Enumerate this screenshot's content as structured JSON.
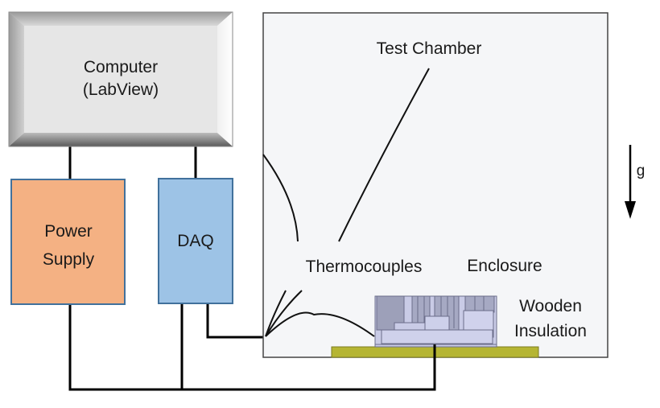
{
  "diagram": {
    "computer": {
      "line1": "Computer",
      "line2": "(LabView)"
    },
    "power_supply": {
      "line1": "Power",
      "line2": "Supply"
    },
    "daq": {
      "label": "DAQ"
    },
    "test_chamber": {
      "label": "Test Chamber"
    },
    "thermocouples": {
      "label": "Thermocouples"
    },
    "enclosure": {
      "label": "Enclosure"
    },
    "wooden_insulation": {
      "line1": "Wooden",
      "line2": "Insulation"
    },
    "gravity": {
      "label": "g"
    },
    "colors": {
      "computer_fill": "#e6e6e6",
      "power_supply_fill": "#f4b183",
      "daq_fill": "#9dc3e6",
      "box_border": "#41719c",
      "chamber_fill": "#f5f6f8",
      "insulation_fill": "#b5b533",
      "enclosure_fill": "#c9cbe6",
      "wire": "#000000"
    }
  }
}
